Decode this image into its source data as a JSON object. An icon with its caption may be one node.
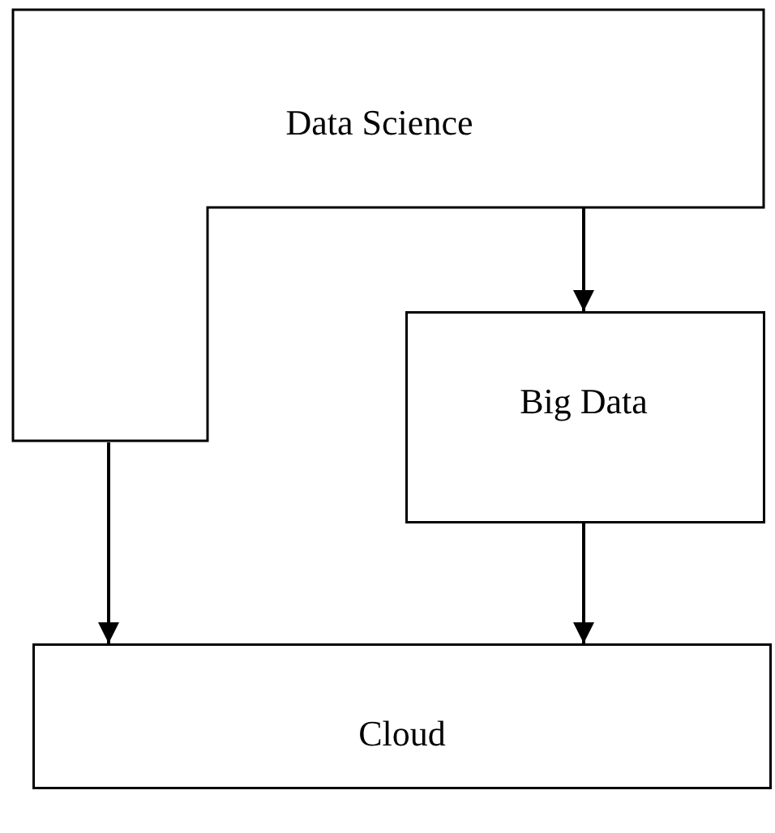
{
  "diagram": {
    "nodes": [
      {
        "text": [
          "Data Science"
        ]
      },
      {
        "text": [
          "Big Data"
        ]
      },
      {
        "text": [
          "Cloud"
        ]
      }
    ],
    "edges": [
      {
        "from": 0,
        "to": 1,
        "arrow": "to"
      },
      {
        "from": 0,
        "to": 2,
        "arrow": "to"
      },
      {
        "from": 1,
        "to": 2,
        "arrow": "to"
      }
    ]
  }
}
